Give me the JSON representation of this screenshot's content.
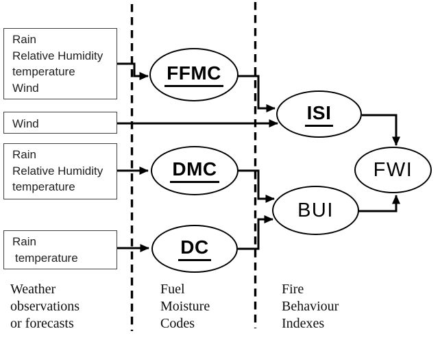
{
  "diagram": {
    "input_boxes": [
      {
        "lines": [
          "Rain",
          "Relative Humidity",
          "temperature",
          "Wind"
        ]
      },
      {
        "lines": [
          "Wind"
        ]
      },
      {
        "lines": [
          "Rain",
          "Relative Humidity",
          "temperature"
        ]
      },
      {
        "lines": [
          "Rain",
          "temperature"
        ]
      }
    ],
    "nodes": {
      "ffmc": "FFMC",
      "dmc": "DMC",
      "dc": "DC",
      "isi": "ISI",
      "bui": "BUI",
      "fwi": "FWI"
    },
    "section_labels": [
      {
        "lines": [
          "Weather",
          "observations",
          "or forecasts"
        ]
      },
      {
        "lines": [
          "Fuel",
          "Moisture",
          "Codes"
        ]
      },
      {
        "lines": [
          "Fire",
          "Behaviour",
          "Indexes"
        ]
      }
    ],
    "colors": {
      "stroke": "#000000",
      "box_border": "#3f3f3f",
      "background": "#ffffff"
    }
  }
}
